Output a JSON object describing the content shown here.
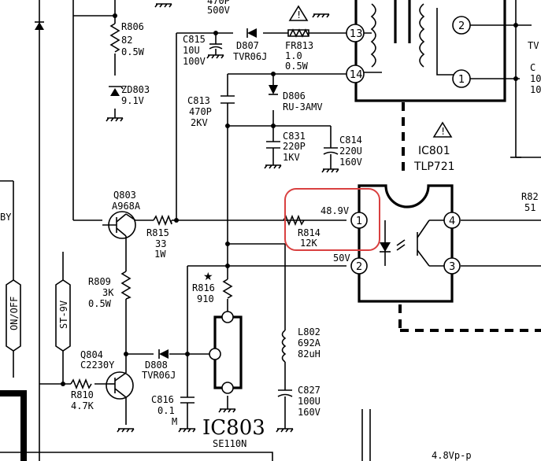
{
  "components": {
    "r806": {
      "ref": "R806",
      "value": "82",
      "rating": "0.5W"
    },
    "zd803": {
      "ref": "ZD803",
      "value": "9.1V"
    },
    "c815": {
      "ref": "C815",
      "value": "10U",
      "rating": "100V"
    },
    "d807": {
      "ref": "D807",
      "value": "TVR06J"
    },
    "fr813": {
      "ref": "FR813",
      "value": "1.0",
      "rating": "0.5W"
    },
    "c813": {
      "ref": "C813",
      "value": "470P",
      "rating": "2KV"
    },
    "d806": {
      "ref": "D806",
      "value": "RU-3AMV"
    },
    "c831": {
      "ref": "C831",
      "value": "220P",
      "rating": "1KV"
    },
    "c814": {
      "ref": "C814",
      "value": "220U",
      "rating": "160V"
    },
    "q803": {
      "ref": "Q803",
      "value": "A968A"
    },
    "r815": {
      "ref": "R815",
      "value": "33",
      "rating": "1W"
    },
    "r814": {
      "ref": "R814",
      "value": "12K"
    },
    "r809": {
      "ref": "R809",
      "value": "3K",
      "rating": "0.5W"
    },
    "r816": {
      "ref": "R816",
      "value": "910"
    },
    "q804": {
      "ref": "Q804",
      "value": "C2230Y"
    },
    "d808": {
      "ref": "D808",
      "value": "TVR06J"
    },
    "r810": {
      "ref": "R810",
      "value": "4.7K"
    },
    "c816": {
      "ref": "C816",
      "value": "0.1",
      "rating": "M"
    },
    "l802": {
      "ref": "L802",
      "value": "692A",
      "rating": "82uH"
    },
    "c827": {
      "ref": "C827",
      "value": "100U",
      "rating": "160V"
    },
    "ic801": {
      "ref": "IC801",
      "value": "TLP721"
    },
    "ic803": {
      "ref": "IC803",
      "value": "SE110N"
    }
  },
  "voltages": {
    "pin1": "48.9V",
    "pin2": "50V",
    "bottom": "4.8Vp-p"
  },
  "top_partial": {
    "line1": "470P",
    "line2": "500V"
  },
  "pins": {
    "p13": "13",
    "p14": "14",
    "p2": "2",
    "p1": "1",
    "p4": "4",
    "p3": "3",
    "ic1": "1",
    "ic2": "2",
    "ic3": "3"
  },
  "labels": {
    "on_off": "ON/OFF",
    "st_9v": "ST-9V",
    "by": "BY",
    "r82": "R82",
    "v51": "51",
    "tv": "TV",
    "c": "C",
    "v10a": "10",
    "v10b": "10",
    "star": "★",
    "warn": "!"
  },
  "highlight": {
    "color": "#d94040"
  }
}
